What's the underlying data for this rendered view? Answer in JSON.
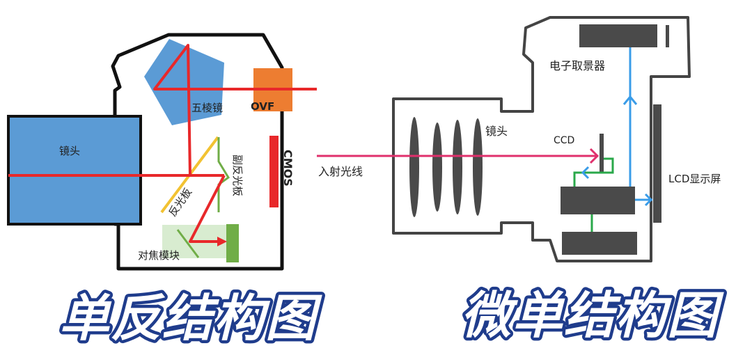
{
  "slr": {
    "title": "单反结构图",
    "labels": {
      "lens": "镜头",
      "pentaprism": "五棱镜",
      "ovf": "OVF",
      "cmos": "CMOS",
      "reflector": "反光板",
      "sub_reflector": "副反光板",
      "focus_module": "对焦模块"
    }
  },
  "mirrorless": {
    "title": "微单结构图",
    "labels": {
      "evf": "电子取景器",
      "lens": "镜头",
      "ccd": "CCD",
      "incident_light": "入射光线",
      "lcd": "LCD显示屏"
    }
  },
  "colors": {
    "lens_blue": "#5b9bd5",
    "light_red": "#e8282a",
    "ovf_orange": "#ed7d31",
    "mirror_yellow": "#f2c232",
    "green": "#70ad47",
    "light_pink": "#e0306c",
    "signal_blue": "#3a9ce8",
    "component_gray": "#4a4a4a",
    "title_stroke": "#1f3c8c"
  }
}
